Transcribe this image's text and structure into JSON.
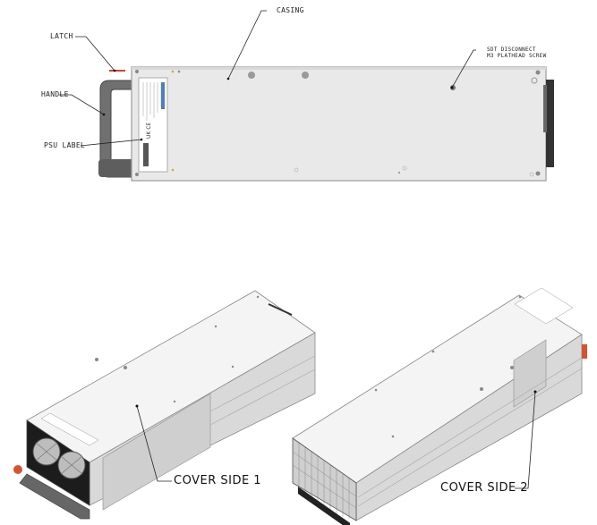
{
  "figure": {
    "top_view": {
      "callouts": {
        "latch": "LATCH",
        "handle": "HANDLE",
        "psu_label": "PSU LABEL",
        "casing": "CASING",
        "screw_line1": "SDT DISCONNECT",
        "screw_line2": "M3 PLATHEAD SCREW"
      }
    },
    "iso_view_1": {
      "callout": "COVER SIDE 1"
    },
    "iso_view_2": {
      "callout": "COVER SIDE 2"
    },
    "colors": {
      "casing": "#e9e9e9",
      "casing_edge": "#9a9a9a",
      "handle": "#6b6b6b",
      "latch": "#c9462e",
      "leader": "#222222"
    }
  }
}
